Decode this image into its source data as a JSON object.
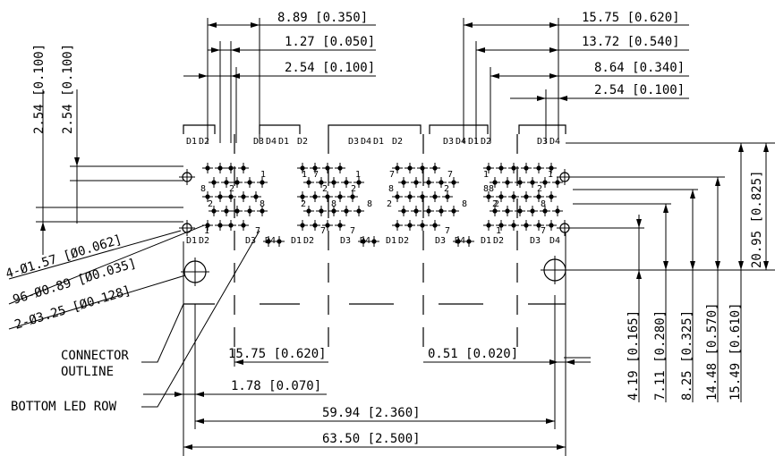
{
  "dimensions": {
    "top_8_89": "8.89 [0.350]",
    "top_1_27": "1.27 [0.050]",
    "top_2_54_left": "2.54 [0.100]",
    "top_15_75": "15.75 [0.620]",
    "top_13_72": "13.72 [0.540]",
    "top_8_64": "8.64 [0.340]",
    "top_2_54_right": "2.54 [0.100]",
    "left_v1": "2.54 [0.100]",
    "left_v2": "2.54 [0.100]",
    "hole_157": "4-Ø1.57 [Ø0.062]",
    "hole_089": "96-Ø0.89 [Ø0.035]",
    "hole_325": "2-Ø3.25 [Ø0.128]",
    "connector_outline": [
      "CONNECTOR",
      "OUTLINE"
    ],
    "bottom_led_row": "BOTTOM LED ROW",
    "bot_15_75": "15.75 [0.620]",
    "bot_0_51": "0.51 [0.020]",
    "bot_1_78": "1.78 [0.070]",
    "bot_59_94": "59.94 [2.360]",
    "bot_63_50": "63.50 [2.500]",
    "right_20_95": "20.95 [0.825]",
    "right_4_19": "4.19 [0.165]",
    "right_7_11": "7.11 [0.280]",
    "right_8_25": "8.25 [0.325]",
    "right_14_48": "14.48 [0.570]",
    "right_15_49": "15.49 [0.610]"
  },
  "led_labels": {
    "d1": "D1",
    "d2": "D2",
    "d3": "D3",
    "d4": "D4"
  },
  "pin_labels": {
    "p1": "1",
    "p2": "2",
    "p7": "7",
    "p8": "8"
  }
}
